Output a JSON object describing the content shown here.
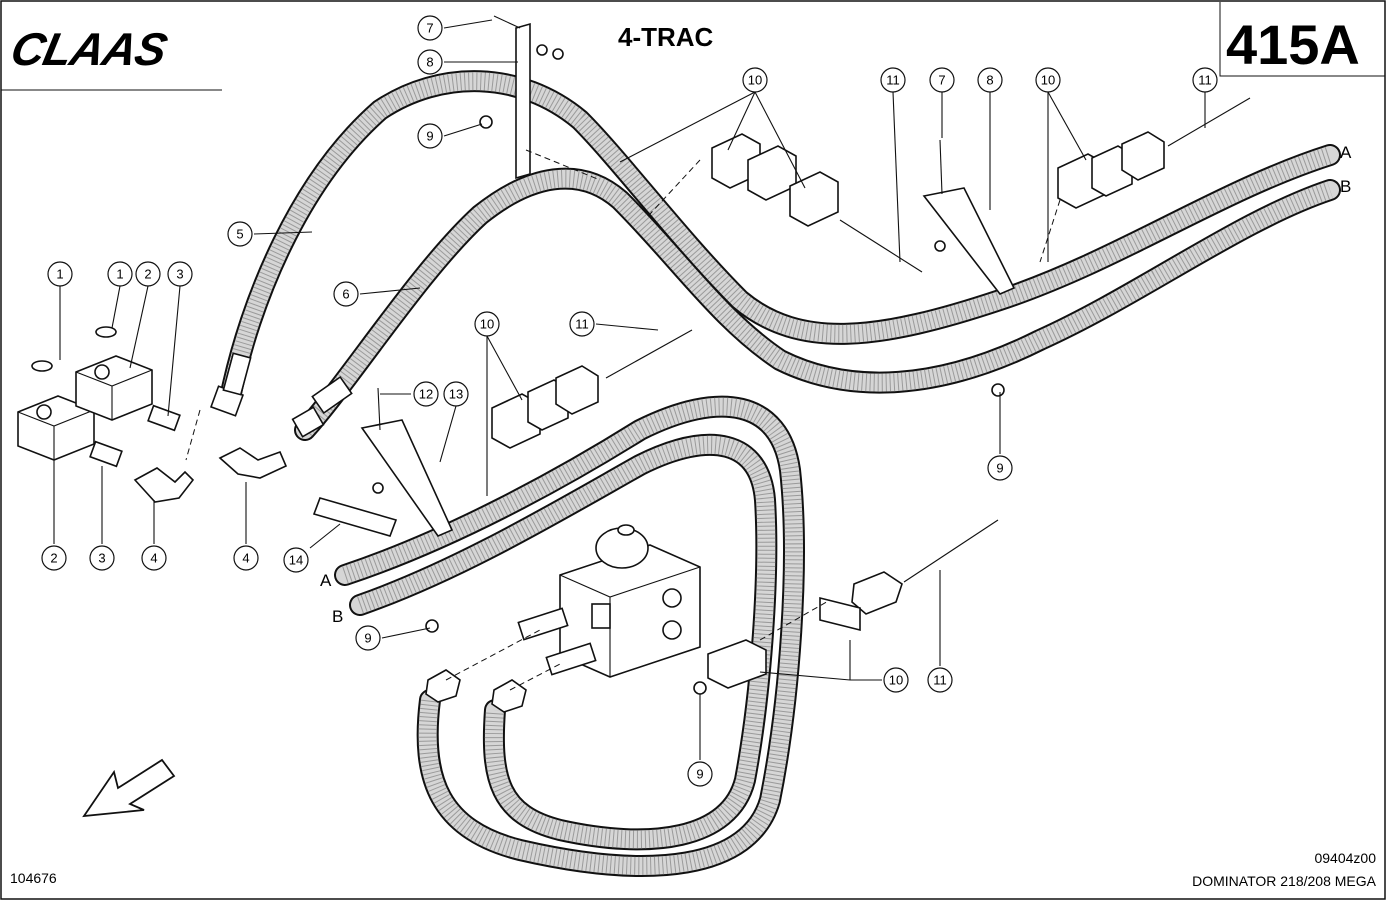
{
  "header": {
    "brand_logo": "CLAAS",
    "title": "4-TRAC",
    "plate_number": "415A"
  },
  "hose_labels": {
    "a_right": "A",
    "b_right": "B",
    "a_left": "A",
    "b_left": "B"
  },
  "callouts": [
    {
      "id": "c7a",
      "n": "7"
    },
    {
      "id": "c8a",
      "n": "8"
    },
    {
      "id": "c9a",
      "n": "9"
    },
    {
      "id": "c10a",
      "n": "10"
    },
    {
      "id": "c11a",
      "n": "11"
    },
    {
      "id": "c7b",
      "n": "7"
    },
    {
      "id": "c8b",
      "n": "8"
    },
    {
      "id": "c10b",
      "n": "10"
    },
    {
      "id": "c11b",
      "n": "11"
    },
    {
      "id": "c5",
      "n": "5"
    },
    {
      "id": "c6",
      "n": "6"
    },
    {
      "id": "c1a",
      "n": "1"
    },
    {
      "id": "c1b",
      "n": "1"
    },
    {
      "id": "c2a",
      "n": "2"
    },
    {
      "id": "c3a",
      "n": "3"
    },
    {
      "id": "c10c",
      "n": "10"
    },
    {
      "id": "c11c",
      "n": "11"
    },
    {
      "id": "c12",
      "n": "12"
    },
    {
      "id": "c13",
      "n": "13"
    },
    {
      "id": "c9b",
      "n": "9"
    },
    {
      "id": "c2b",
      "n": "2"
    },
    {
      "id": "c3b",
      "n": "3"
    },
    {
      "id": "c4a",
      "n": "4"
    },
    {
      "id": "c4b",
      "n": "4"
    },
    {
      "id": "c14",
      "n": "14"
    },
    {
      "id": "c9c",
      "n": "9"
    },
    {
      "id": "c10d",
      "n": "10"
    },
    {
      "id": "c11d",
      "n": "11"
    },
    {
      "id": "c9d",
      "n": "9"
    }
  ],
  "footer": {
    "reference_number": "104676",
    "drawing_code": "09404z00",
    "model": "DOMINATOR 218/208 MEGA"
  }
}
